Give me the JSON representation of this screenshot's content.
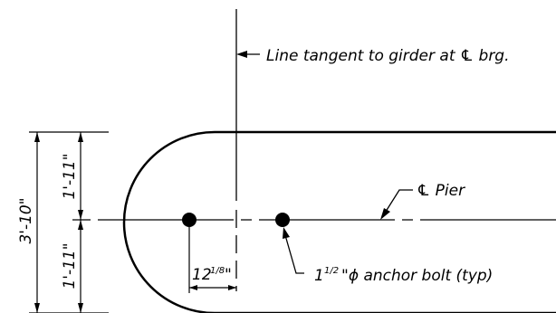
{
  "drawing": {
    "callouts": {
      "line_tangent": "Line tangent to girder at ℄ brg.",
      "pier_centerline": "℄ Pier",
      "anchor_bolt_whole": "1",
      "anchor_bolt_frac": "1/2",
      "anchor_bolt_rest": "\"ϕ anchor bolt (typ)"
    },
    "dimensions": {
      "overall_width": "3'-10\"",
      "upper_half": "1'-11\"",
      "lower_half": "1'-11\"",
      "bolt_offset_whole": "12",
      "bolt_offset_frac": "1/8",
      "bolt_offset_unit": "\""
    }
  }
}
